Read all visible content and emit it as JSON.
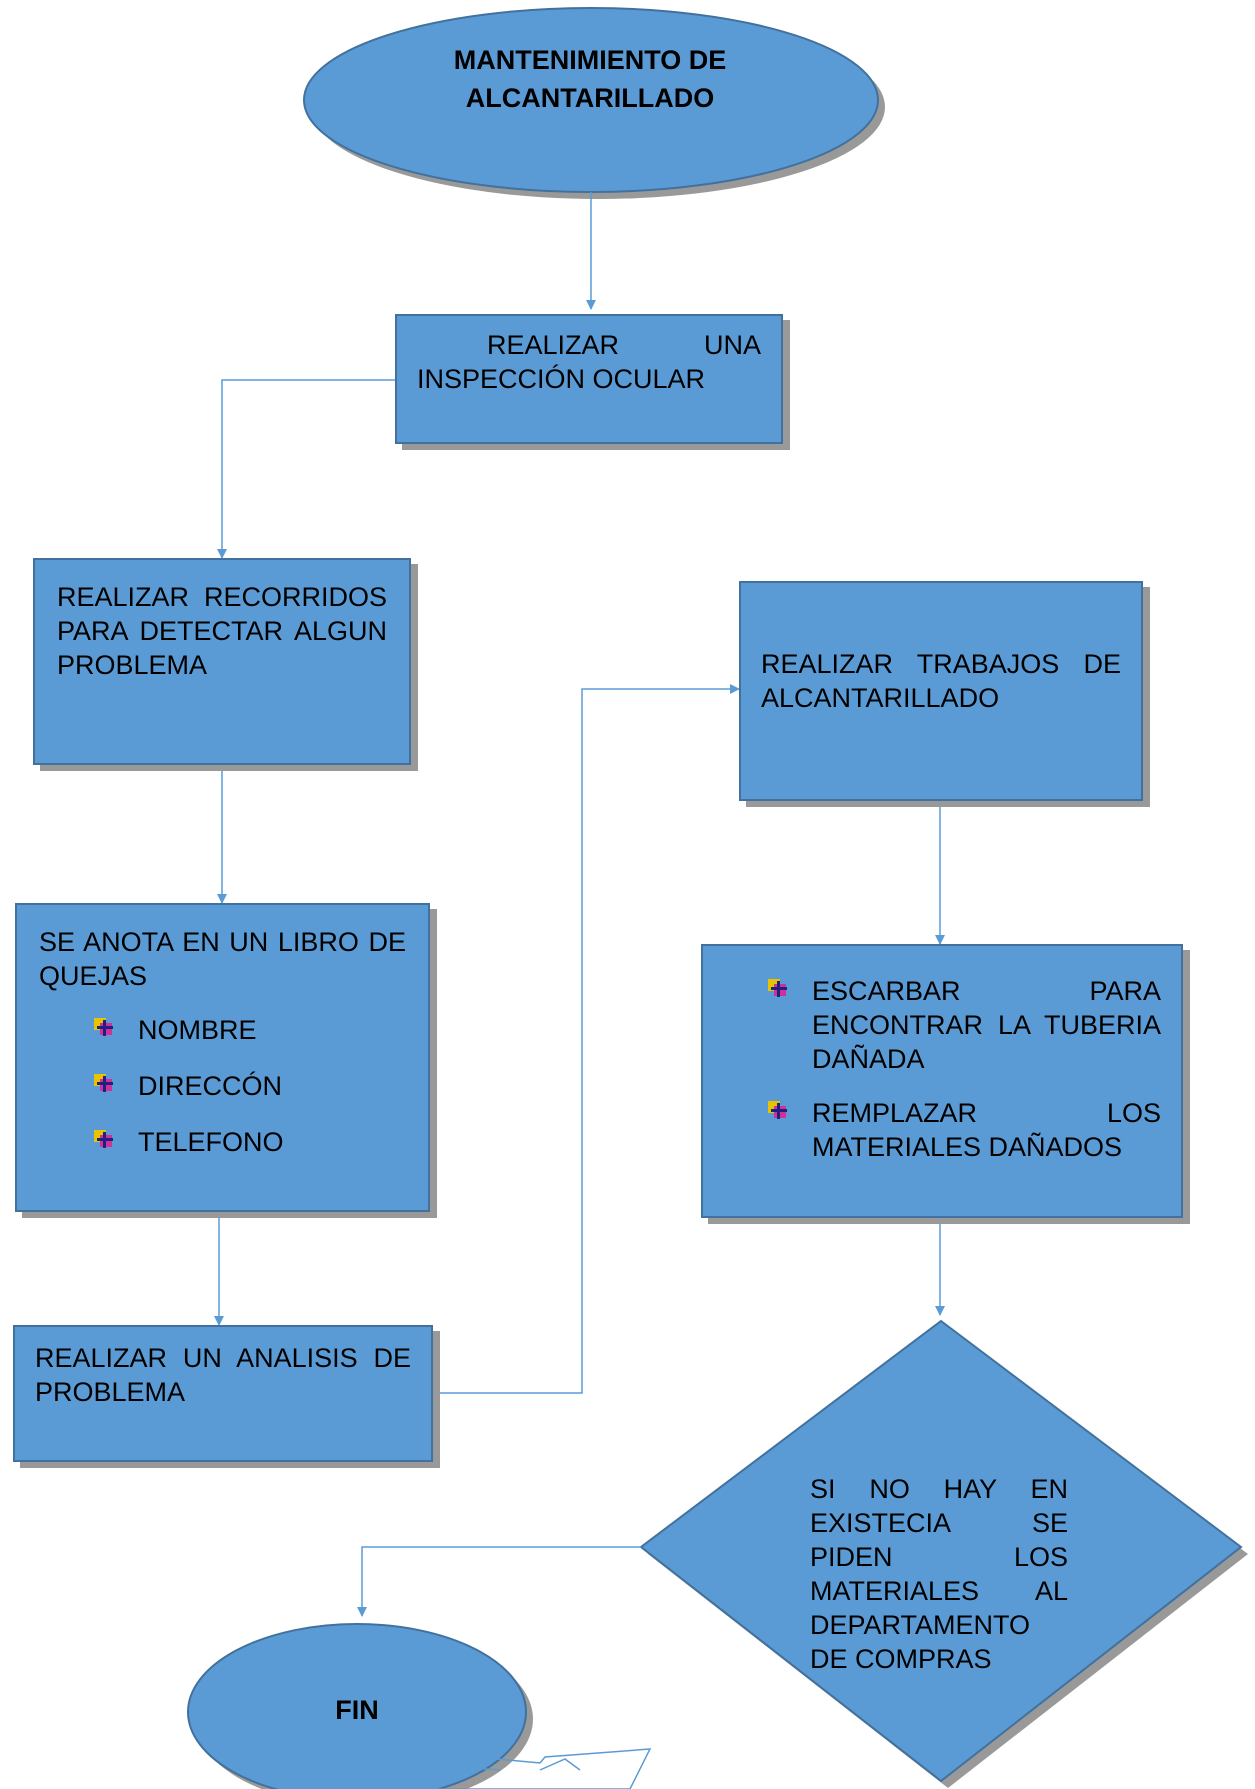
{
  "colors": {
    "fill": "#5b9bd5",
    "stroke": "#41719c",
    "shadow": "#999999",
    "connector": "#5b9bd5",
    "text": "#000000"
  },
  "start": {
    "label": "MANTENIMIENTO DE ALCANTARILLADO"
  },
  "steps": {
    "inspeccion": "REALIZAR UNA INSPECCIÓN OCULAR",
    "recorridos": "REALIZAR RECORRIDOS PARA DETECTAR ALGUN PROBLEMA",
    "libro": {
      "title": "SE ANOTA EN UN LIBRO DE QUEJAS",
      "items": [
        "NOMBRE",
        "DIRECCÓN",
        "TELEFONO"
      ]
    },
    "analisis": "REALIZAR UN ANALISIS DE PROBLEMA",
    "trabajos": "REALIZAR TRABAJOS DE ALCANTARILLADO",
    "escarbar": {
      "items": [
        "ESCARBAR PARA ENCONTRAR LA TUBERIA DAÑADA",
        "REMPLAZAR LOS MATERIALES DAÑADOS"
      ]
    }
  },
  "decision": {
    "label": "SI NO HAY EN EXISTECIA SE PIDEN LOS MATERIALES AL DEPARTAMENTO DE COMPRAS"
  },
  "end": {
    "label": "FIN"
  }
}
